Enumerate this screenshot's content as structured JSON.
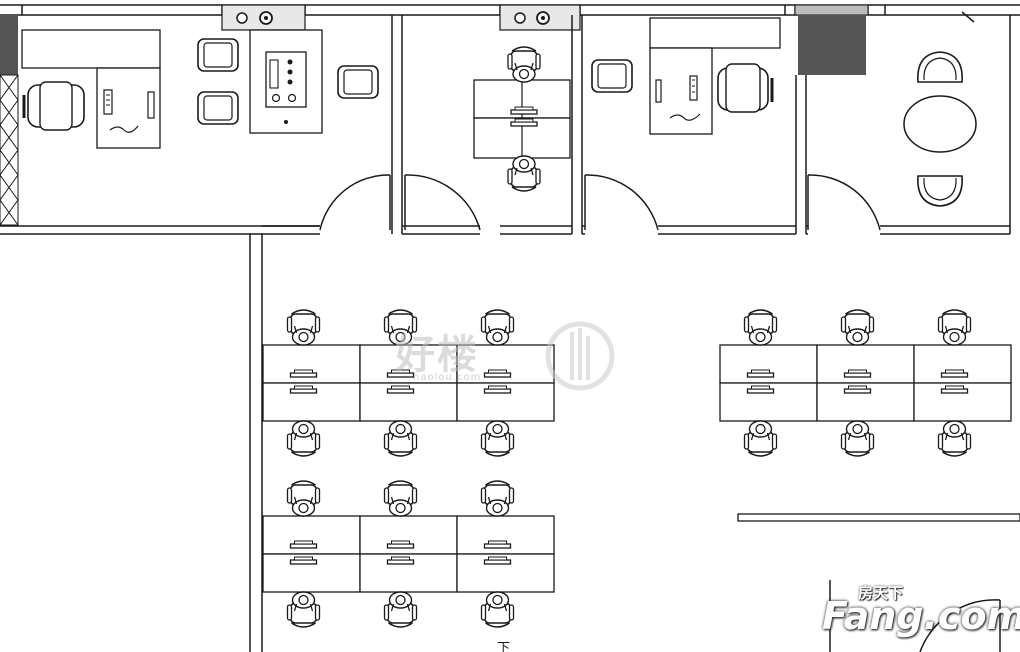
{
  "watermarks": {
    "haolou_logo": "好楼",
    "haolou_site": "haolou.com",
    "fang_cn": "房天下",
    "fang_en": "Fang.com"
  },
  "plan_labels": {
    "corridor_mark": "下"
  },
  "colors": {
    "line": "#1a1a1a",
    "dark_column": "#555555",
    "furniture_fill": "#ffffff"
  }
}
